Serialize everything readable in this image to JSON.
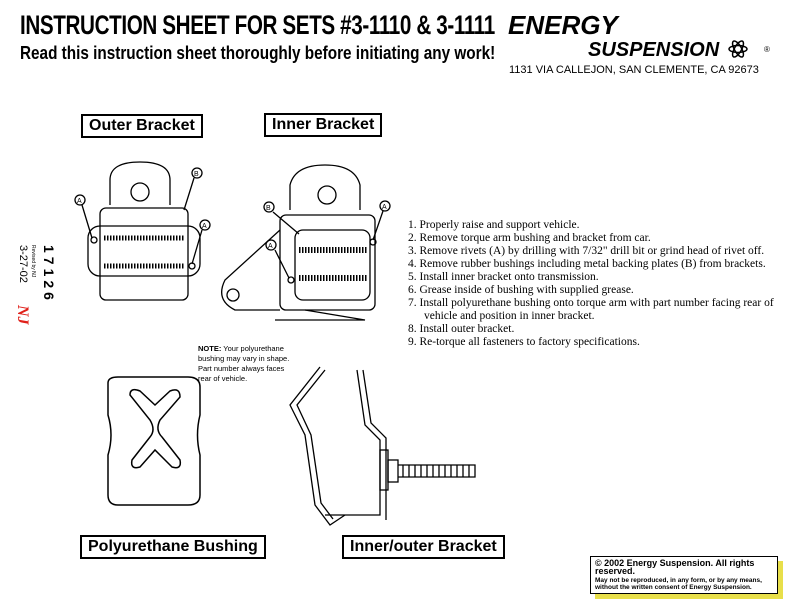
{
  "header": {
    "title": "INSTRUCTION SHEET FOR SETS #3-1110 & 3-1111",
    "subtitle": "Read this instruction sheet thoroughly before initiating any work!"
  },
  "brand": {
    "logo_line1": "ENERGY",
    "logo_line2": "SUSPENSION",
    "address": "1131 VIA CALLEJON,   SAN CLEMENTE, CA 92673",
    "accent": "#000000"
  },
  "figures": {
    "outer_bracket": "Outer Bracket",
    "inner_bracket": "Inner Bracket",
    "polyurethane_bushing": "Polyurethane Bushing",
    "inner_outer_bracket": "Inner/outer Bracket",
    "callout_a": "A",
    "callout_b": "B"
  },
  "note": {
    "label": "NOTE:",
    "text": " Your polyurethane bushing may vary in shape.  Part number always faces rear of vehicle."
  },
  "steps": [
    "1.  Properly raise and support vehicle.",
    "2.  Remove torque arm bushing and bracket from car.",
    "3.  Remove rivets (A) by drilling with 7/32\" drill bit or grind head of rivet off.",
    "4.  Remove rubber bushings including metal backing plates (B) from brackets.",
    "5.  Install inner bracket onto transmission.",
    "6.  Grease inside of bushing with supplied grease.",
    "7.  Install polyurethane bushing onto torque arm with part number facing rear of vehicle and position in inner bracket.",
    "8.  Install outer bracket.",
    "9.  Re-torque all fasteners to factory specifications."
  ],
  "revision": {
    "revised_by": "Revised by NJ",
    "date": "3-27-02",
    "number": "17126",
    "initials": "NJ",
    "initials_color": "#e0201a"
  },
  "copyright": {
    "line1": "© 2002 Energy Suspension. All rights reserved.",
    "line2": "May not be reproduced, in any form, or by any means, without the written consent of Energy Suspension.",
    "shadow_color": "#e8df4a"
  }
}
